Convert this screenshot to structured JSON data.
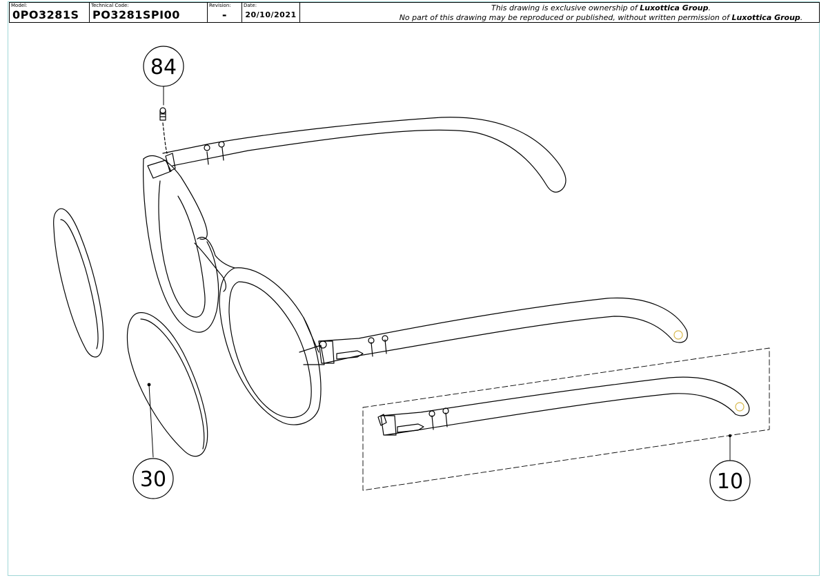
{
  "header": {
    "model_label": "Model:",
    "model_value": "0PO3281S",
    "technical_code_label": "Technical Code:",
    "technical_code_value": "PO3281SPI00",
    "revision_label": "Revision:",
    "revision_value": "-",
    "date_label": "Date:",
    "date_value": "20/10/2021",
    "ownership_line1_prefix": "This drawing is exclusive ownership of ",
    "ownership_line1_company": "Luxottica Group",
    "ownership_line1_suffix": ".",
    "ownership_line2_prefix": "No part of this drawing may be reproduced or published, without written permission of ",
    "ownership_line2_company": "Luxottica Group",
    "ownership_line2_suffix": "."
  },
  "callouts": [
    {
      "id": "84",
      "label": "84",
      "part": "screw"
    },
    {
      "id": "30",
      "label": "30",
      "part": "lens"
    },
    {
      "id": "10",
      "label": "10",
      "part": "temple"
    }
  ],
  "colors": {
    "line": "#000000",
    "border": "#9fd6d6",
    "logo": "#d8b84a"
  }
}
